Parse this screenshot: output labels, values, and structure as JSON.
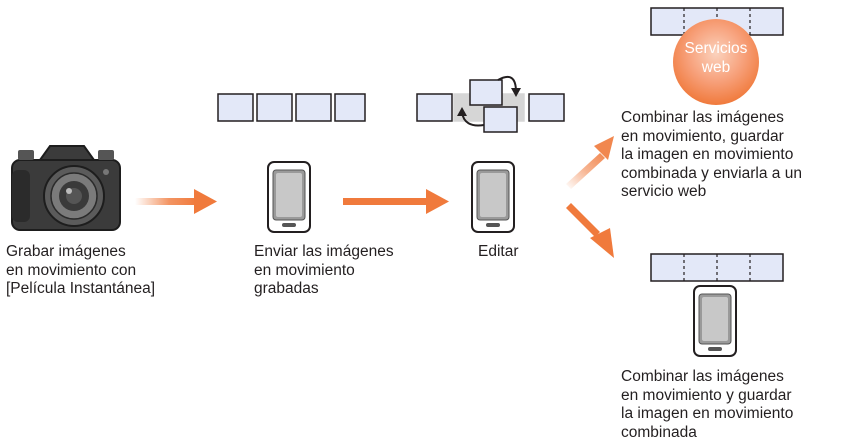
{
  "steps": {
    "record": {
      "lines": [
        "Grabar imágenes",
        "en movimiento con",
        "[Película Instantánea]"
      ],
      "icon": "camera-icon"
    },
    "send": {
      "lines": [
        "Enviar las imágenes",
        "en movimiento",
        "grabadas"
      ],
      "icon": "smartphone-icon"
    },
    "edit": {
      "lines": [
        "Editar"
      ],
      "icon": "smartphone-icon"
    },
    "combine_web": {
      "lines": [
        "Combinar las imágenes",
        "en movimiento, guardar",
        "la imagen en movimiento",
        "combinada y enviarla a un",
        "servicio web"
      ]
    },
    "combine_save": {
      "lines": [
        "Combinar las imágenes",
        "en movimiento y guardar",
        "la imagen en movimiento",
        "combinada"
      ],
      "icon": "smartphone-icon"
    }
  },
  "web_service": {
    "lines": [
      "Servicios",
      "web"
    ],
    "icon": "web-service-circle"
  },
  "colors": {
    "arrow": "#f07a3c",
    "frame_fill": "#e3e8f8",
    "frame_stroke": "#231f20",
    "web_circle": "#f58c5c",
    "text": "#231f20"
  }
}
